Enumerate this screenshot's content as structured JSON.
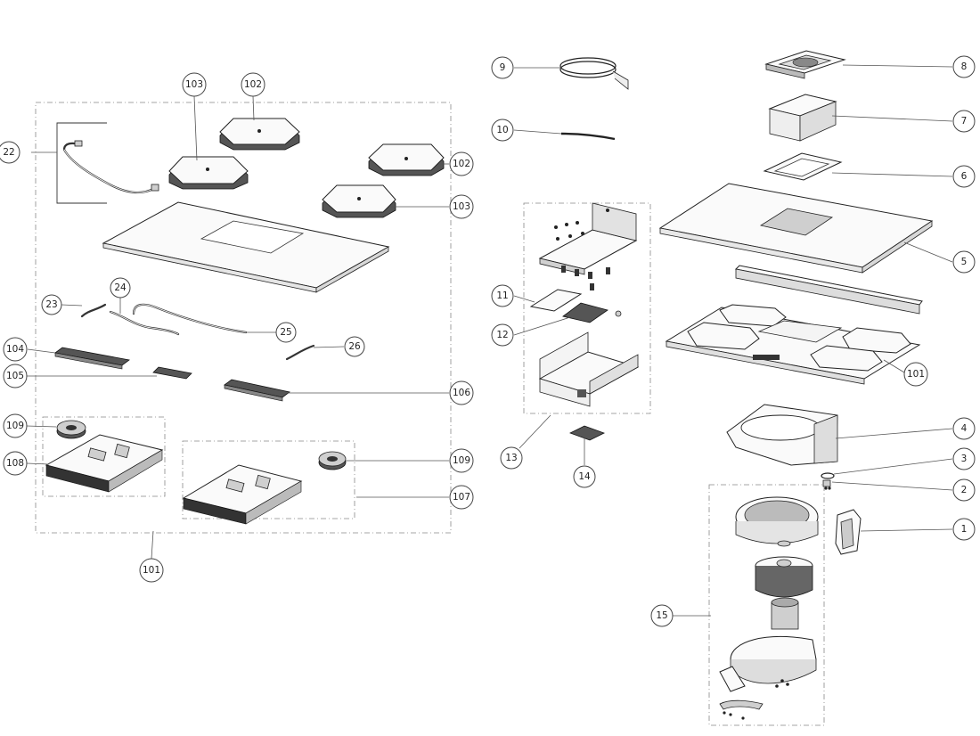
{
  "callouts": {
    "c1": "1",
    "c2": "2",
    "c3": "3",
    "c4": "4",
    "c5": "5",
    "c6": "6",
    "c7": "7",
    "c8": "8",
    "c9": "9",
    "c10": "10",
    "c11": "11",
    "c12": "12",
    "c13": "13",
    "c14": "14",
    "c15": "15",
    "c22": "22",
    "c23": "23",
    "c24": "24",
    "c25": "25",
    "c26": "26",
    "c101a": "101",
    "c101b": "101",
    "c102a": "102",
    "c102b": "102",
    "c103a": "103",
    "c103b": "103",
    "c104": "104",
    "c105": "105",
    "c106": "106",
    "c107": "107",
    "c108": "108",
    "c109a": "109",
    "c109b": "109"
  },
  "icons": {
    "callout": "numbered-circle-callout",
    "screw": "screw-icon"
  }
}
